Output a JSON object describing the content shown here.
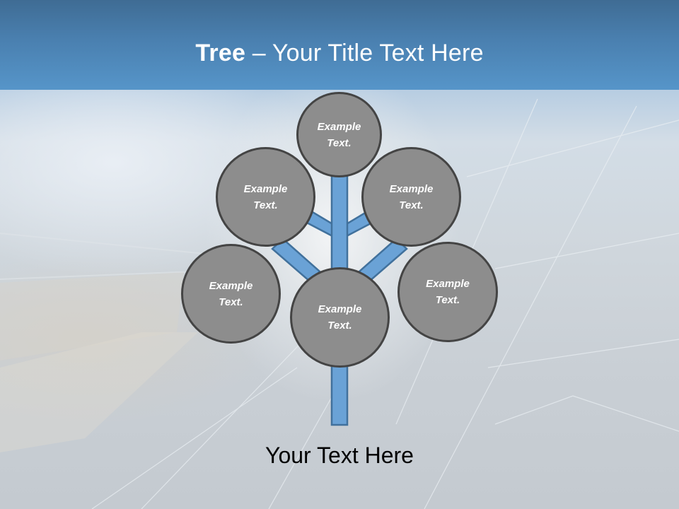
{
  "slide": {
    "title_bold": "Tree",
    "title_rest": " – Your Title Text Here",
    "caption": "Your Text Here"
  },
  "colors": {
    "header_top": "#3f6c94",
    "header_bottom": "#5695c9",
    "node_fill": "#8d8d8d",
    "node_border": "#444444",
    "branch_fill": "#6aa2d6",
    "branch_border": "#41719c",
    "title_text": "#ffffff",
    "caption_text": "#000000"
  },
  "nodes": [
    {
      "id": "top",
      "line1": "Example",
      "line2": "Text."
    },
    {
      "id": "upper-left",
      "line1": "Example",
      "line2": "Text."
    },
    {
      "id": "upper-right",
      "line1": "Example",
      "line2": "Text."
    },
    {
      "id": "lower-left",
      "line1": "Example",
      "line2": "Text."
    },
    {
      "id": "lower-right",
      "line1": "Example",
      "line2": "Text."
    },
    {
      "id": "center",
      "line1": "Example",
      "line2": "Text."
    }
  ]
}
